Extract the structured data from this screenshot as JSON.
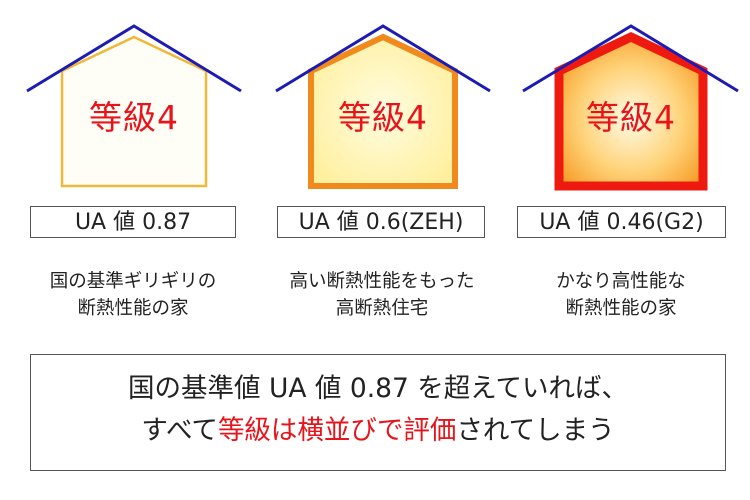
{
  "houses": [
    {
      "grade": "等級4",
      "ua_label": "UA 値 0.87",
      "desc_line1": "国の基準ギリギリの",
      "desc_line2": "断熱性能の家"
    },
    {
      "grade": "等級4",
      "ua_label": "UA 値 0.6(ZEH)",
      "desc_line1": "高い断熱性能をもった",
      "desc_line2": "高断熱住宅"
    },
    {
      "grade": "等級4",
      "ua_label": "UA 値 0.46(G2)",
      "desc_line1": "かなり高性能な",
      "desc_line2": "断熱性能の家"
    }
  ],
  "summary": {
    "line1": "国の基準値 UA 値 0.87 を超えていれば、",
    "line2_pre": "すべて",
    "line2_red": "等級は横並びで評価",
    "line2_post": "されてしまう"
  },
  "colors": {
    "roof_line": "#1c1cb4",
    "grade_text": "#e8141c",
    "wall_thin": "#f0b838",
    "wall_mid": "#f08a1c",
    "wall_thick": "#ee1a10",
    "fill_light": "#fffde0",
    "fill_mid": "#fff2a0",
    "fill_hot": "#f8a020"
  }
}
